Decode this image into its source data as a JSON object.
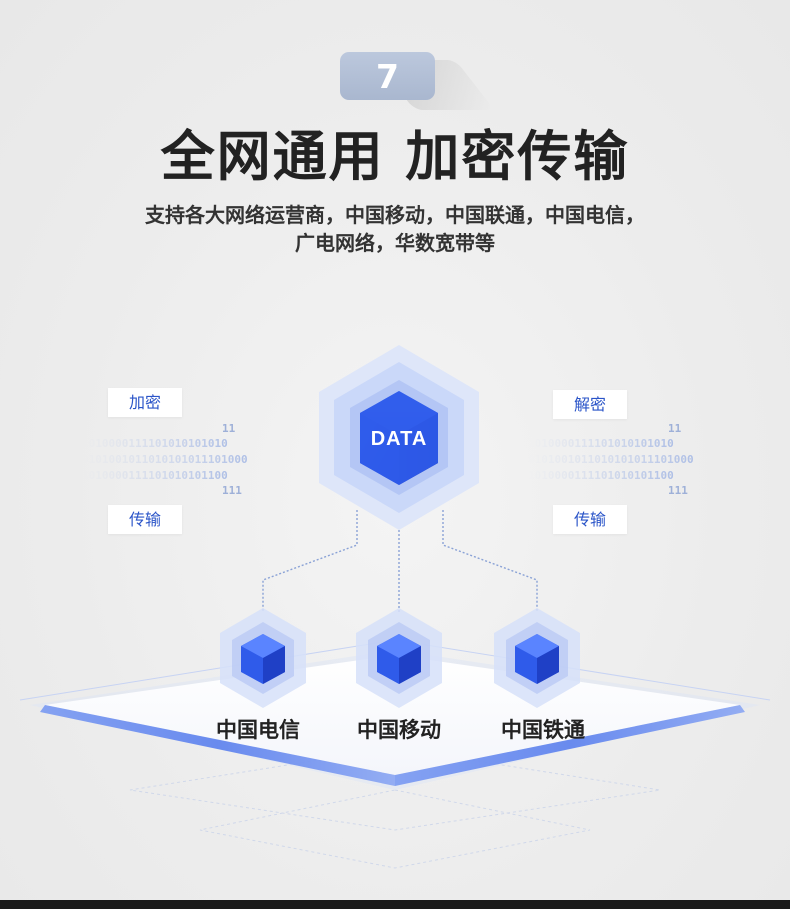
{
  "badge": {
    "number": "7"
  },
  "title": "全网通用 加密传输",
  "subtitle": {
    "line1": "支持各大网络运营商，中国移动，中国联通，中国电信，",
    "line2": "广电网络，华数宽带等"
  },
  "center_node": {
    "label": "DATA"
  },
  "tags": {
    "left_top": "加密",
    "left_bottom": "传输",
    "right_top": "解密",
    "right_bottom": "传输"
  },
  "binary_stream": {
    "top": "11",
    "row1": "1010000111101010101010",
    "row2": "0101001011010101011101000",
    "row3": "1010000111101010101100",
    "bottom": "111"
  },
  "carriers": [
    "中国电信",
    "中国移动",
    "中国铁通"
  ],
  "colors": {
    "accent": "#2f5bea",
    "hex_light": "#c9d6f7",
    "title": "#222222"
  }
}
